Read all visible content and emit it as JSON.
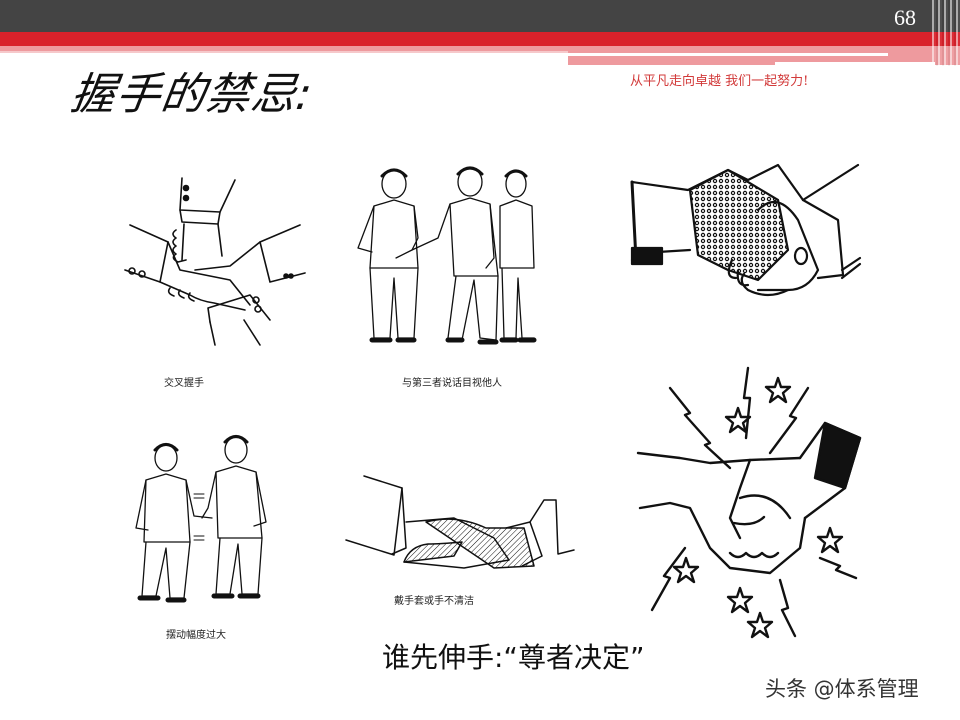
{
  "header": {
    "page_number": "68",
    "colors": {
      "dark_bar": "#444444",
      "red_bar": "#d9222b",
      "pink_bar": "#ee9a9e"
    }
  },
  "slide": {
    "title": "握手的禁忌:",
    "slogan": "从平凡走向卓越 我们一起努力!",
    "slogan_color": "#d23a3a"
  },
  "illustrations": [
    {
      "id": "cross-handshake",
      "caption": "交叉握手",
      "icon": "crossed-handshake-drawing"
    },
    {
      "id": "look-at-third-party",
      "caption": "与第三者说话目视他人",
      "icon": "three-men-handshake-drawing"
    },
    {
      "id": "dirty-hand",
      "caption": "",
      "icon": "dirty-hands-handshake-drawing"
    },
    {
      "id": "excessive-shaking",
      "caption": "摆动幅度过大",
      "icon": "two-men-shaking-drawing"
    },
    {
      "id": "gloves-or-unclean",
      "caption": "戴手套或手不清洁",
      "icon": "gloved-handshake-drawing"
    },
    {
      "id": "crushing-grip",
      "caption": "",
      "icon": "crushing-handshake-stars-drawing"
    }
  ],
  "footer": {
    "rule_text": "谁先伸手:“尊者决定”",
    "watermark": "头条 @体系管理"
  }
}
